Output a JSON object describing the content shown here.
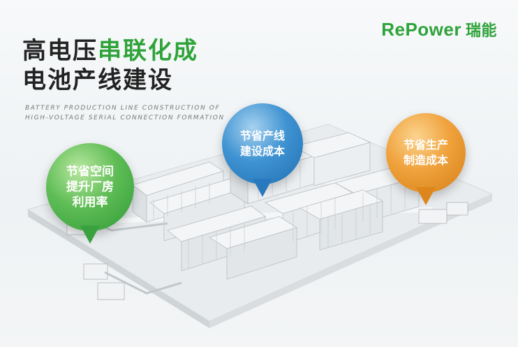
{
  "headline": {
    "line1_plain": "高电压",
    "line1_accent": "串联化成",
    "line2": "电池产线建设"
  },
  "subtitle": {
    "line1": "BATTERY PRODUCTION LINE CONSTRUCTION OF",
    "line2": "HIGH-VOLTAGE SERIAL CONNECTION FORMATION"
  },
  "brand": {
    "latin": "RePower",
    "chinese": "瑞能",
    "color": "#2fa33a"
  },
  "badges": {
    "green": {
      "text": "节省空间\n提升厂房\n利用率",
      "color": "#3aa13f"
    },
    "blue": {
      "text": "节省产线\n建设成本",
      "color": "#2879bd"
    },
    "orange": {
      "text": "节省生产\n制造成本",
      "color": "#dc861c"
    }
  }
}
